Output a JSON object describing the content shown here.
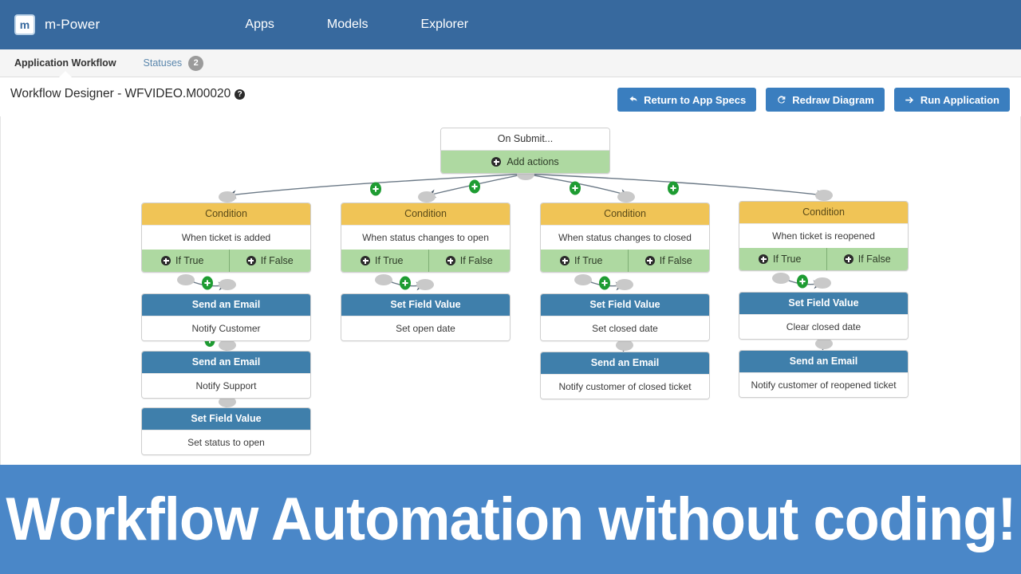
{
  "topnav": {
    "logo_text": "m",
    "logo_icon": "m-power-logo-icon",
    "brand": "m-Power",
    "links": [
      {
        "label": "Apps"
      },
      {
        "label": "Models"
      },
      {
        "label": "Explorer"
      }
    ]
  },
  "tabs": [
    {
      "label": "Application Workflow",
      "active": true,
      "badge": ""
    },
    {
      "label": "Statuses",
      "active": false,
      "badge": "2"
    }
  ],
  "toolbar": {
    "title": "Workflow Designer - WFVIDEO.M00020",
    "help_icon": "help-question-icon",
    "buttons": [
      {
        "label": "Return to App Specs",
        "icon": "undo-arrow-icon"
      },
      {
        "label": "Redraw Diagram",
        "icon": "refresh-icon"
      },
      {
        "label": "Run Application",
        "icon": "arrow-right-icon"
      }
    ]
  },
  "diagram": {
    "root": {
      "title": "On Submit...",
      "footer": {
        "label": "Add actions",
        "icon": "plus-icon"
      }
    },
    "condition_label": "Condition",
    "true_label": "If True",
    "false_label": "If False",
    "columns": [
      {
        "condition": "When ticket is added",
        "actions": [
          {
            "type": "Send an Email",
            "detail": "Notify Customer"
          },
          {
            "type": "Send an Email",
            "detail": "Notify Support"
          },
          {
            "type": "Set Field Value",
            "detail": "Set status to open"
          }
        ]
      },
      {
        "condition": "When status changes to open",
        "actions": [
          {
            "type": "Set Field Value",
            "detail": "Set open date"
          }
        ]
      },
      {
        "condition": "When status changes to closed",
        "actions": [
          {
            "type": "Set Field Value",
            "detail": "Set closed date"
          },
          {
            "type": "Send an Email",
            "detail": "Notify customer of closed ticket"
          }
        ]
      },
      {
        "condition": "When ticket is reopened",
        "actions": [
          {
            "type": "Set Field Value",
            "detail": "Clear closed date"
          },
          {
            "type": "Send an Email",
            "detail": "Notify customer of reopened ticket"
          }
        ]
      }
    ]
  },
  "banner": {
    "text": "Workflow Automation without coding!"
  },
  "colors": {
    "nav_blue": "#37699e",
    "button_blue": "#3a7ebf",
    "condition_yellow": "#f0c456",
    "action_blue": "#3f7fab",
    "footer_green": "#aed9a1",
    "banner_blue": "#4a87c8",
    "badge_gray": "#9b9b9b",
    "plus_badge_green": "#1e9c32"
  }
}
